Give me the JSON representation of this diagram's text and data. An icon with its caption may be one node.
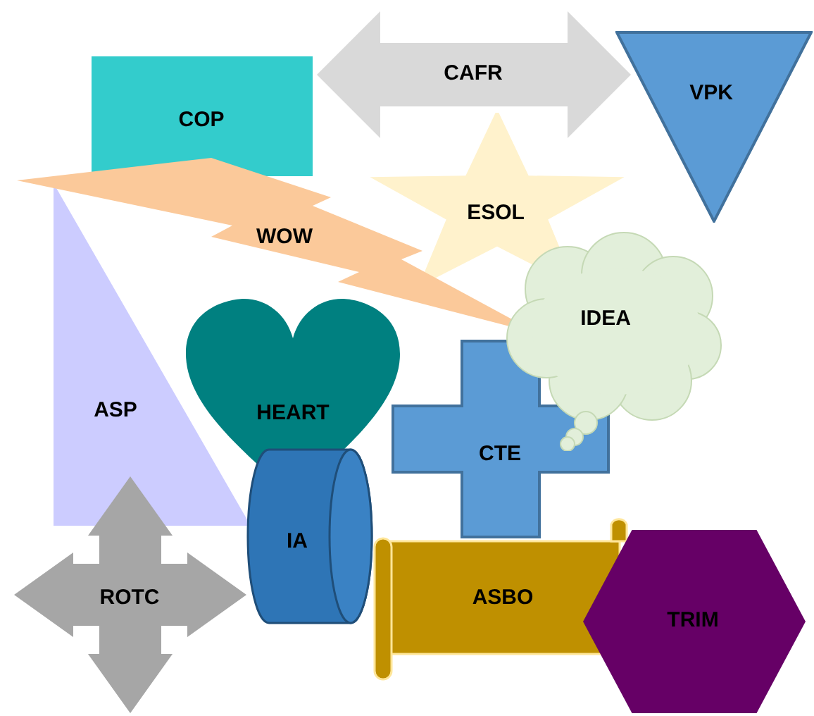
{
  "diagram": {
    "nodes": [
      {
        "text": [
          "COP"
        ]
      },
      {
        "text": [
          "CAFR"
        ]
      },
      {
        "text": [
          "VPK"
        ]
      },
      {
        "text": [
          "WOW"
        ]
      },
      {
        "text": [
          "ESOL"
        ]
      },
      {
        "text": [
          "IDEA"
        ]
      },
      {
        "text": [
          "ASP"
        ]
      },
      {
        "text": [
          "HEART"
        ]
      },
      {
        "text": [
          "CTE"
        ]
      },
      {
        "text": [
          "IA"
        ]
      },
      {
        "text": [
          "ROTC"
        ]
      },
      {
        "text": [
          "ASBO"
        ]
      },
      {
        "text": [
          "TRIM"
        ]
      }
    ]
  }
}
